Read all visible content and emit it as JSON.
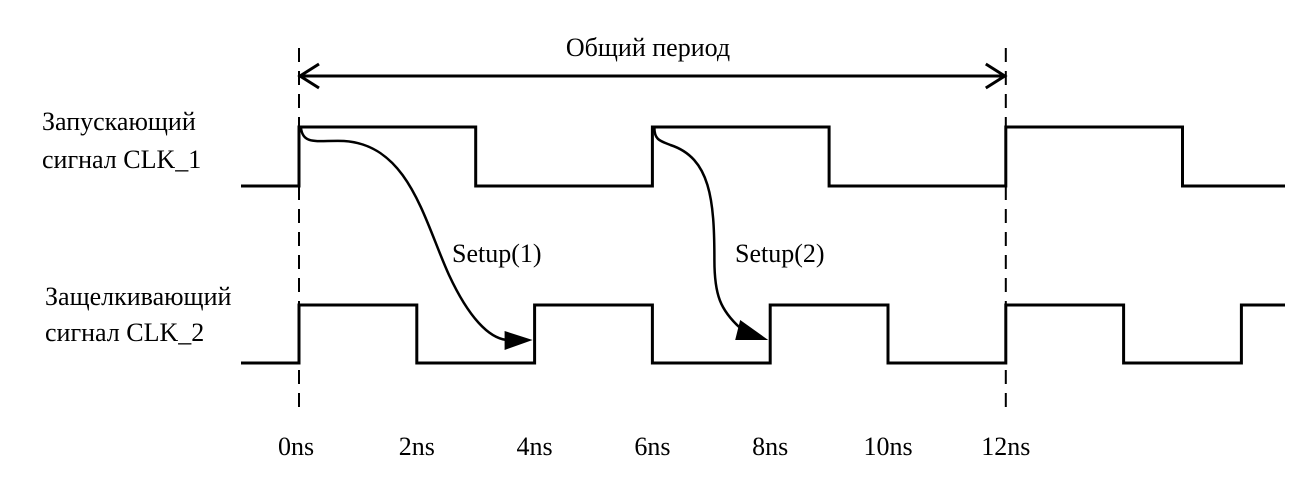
{
  "title": "Общий период",
  "signals": [
    {
      "id": "clk1",
      "label_line1": "Запускающий",
      "label_line2": "сигнал CLK_1",
      "period_ns": 6,
      "high_ns": 3,
      "start_level": "low",
      "first_rise_ns": 0
    },
    {
      "id": "clk2",
      "label_line1": "Защелкивающий",
      "label_line2": "сигнал CLK_2",
      "period_ns": 4,
      "high_ns": 2,
      "start_level": "low",
      "first_rise_ns": 0
    }
  ],
  "time_axis": {
    "unit": "ns",
    "ticks": [
      "0ns",
      "2ns",
      "4ns",
      "6ns",
      "8ns",
      "10ns",
      "12ns"
    ],
    "range_ns": [
      -1,
      16.6
    ]
  },
  "common_period": {
    "from_ns": 0,
    "to_ns": 12
  },
  "setup_arrows": [
    {
      "label": "Setup(1)",
      "from_ns": 0,
      "to_ns": 4
    },
    {
      "label": "Setup(2)",
      "from_ns": 6,
      "to_ns": 8
    }
  ]
}
